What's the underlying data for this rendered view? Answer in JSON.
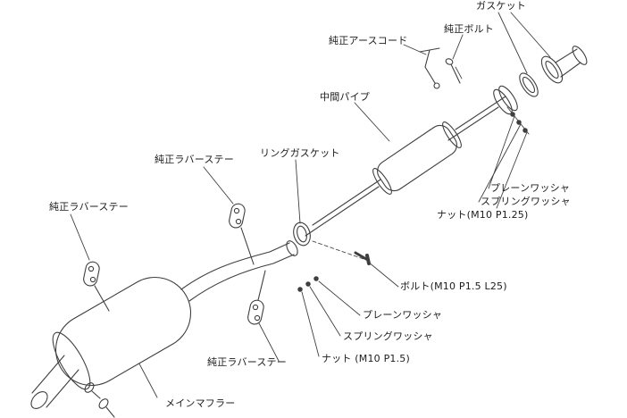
{
  "colors": {
    "background": "#ffffff",
    "line": "#3f3f3f",
    "text": "#1c1c1c"
  },
  "labels": [
    {
      "id": "gasket",
      "text": "ガスケット"
    },
    {
      "id": "oem-bolt",
      "text": "純正ボルト"
    },
    {
      "id": "oem-earth-cord",
      "text": "純正アースコード"
    },
    {
      "id": "middle-pipe",
      "text": "中間パイプ"
    },
    {
      "id": "ring-gasket",
      "text": "リングガスケット"
    },
    {
      "id": "oem-rubber-stay-upper",
      "text": "純正ラバーステー"
    },
    {
      "id": "oem-rubber-stay-left",
      "text": "純正ラバーステー"
    },
    {
      "id": "plain-washer-right",
      "text": "プレーンワッシャ"
    },
    {
      "id": "spring-washer-right",
      "text": "スプリングワッシャ"
    },
    {
      "id": "nut-right",
      "text": "ナット(M10 P1.25)"
    },
    {
      "id": "bolt-m10",
      "text": "ボルト(M10 P1.5 L25)"
    },
    {
      "id": "plain-washer-lower",
      "text": "プレーンワッシャ"
    },
    {
      "id": "spring-washer-lower",
      "text": "スプリングワッシャ"
    },
    {
      "id": "nut-lower",
      "text": "ナット (M10 P1.5)"
    },
    {
      "id": "oem-rubber-stay-lower",
      "text": "純正ラバーステー"
    },
    {
      "id": "main-muffler",
      "text": "メインマフラー"
    }
  ]
}
